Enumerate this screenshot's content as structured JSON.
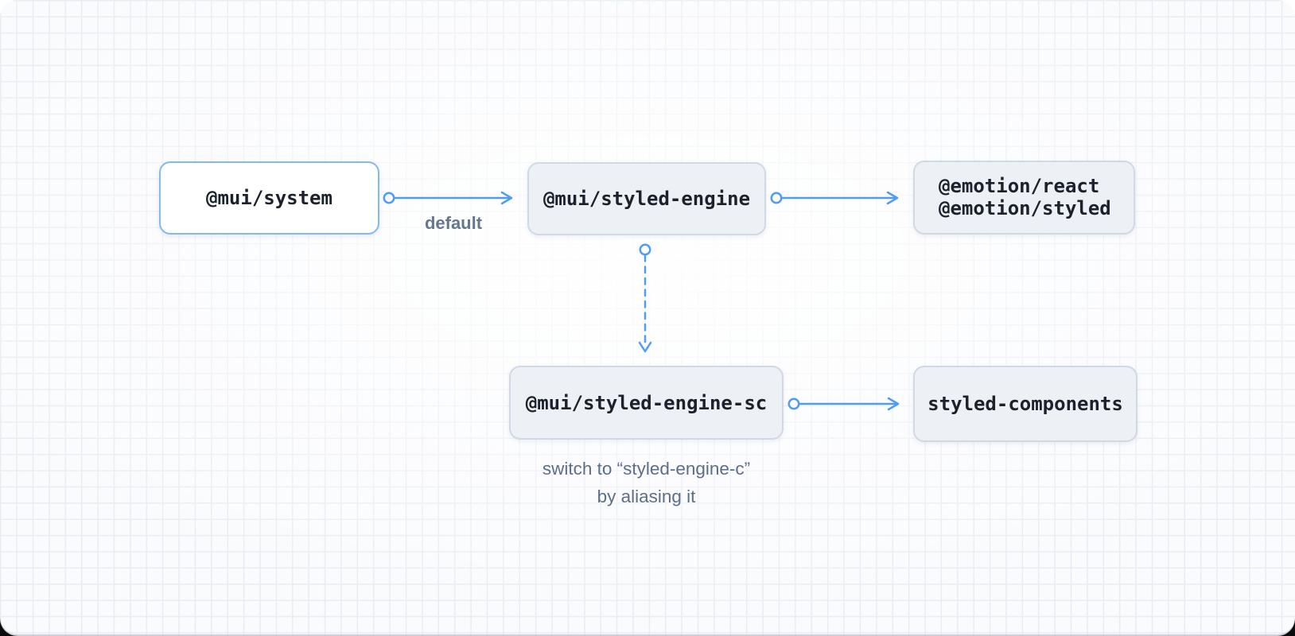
{
  "diagram": {
    "title_hint": "MUI styled-engine dependency diagram",
    "nodes": {
      "system": {
        "label": "@mui/system"
      },
      "styled_engine": {
        "label": "@mui/styled-engine"
      },
      "emotion": {
        "line1": "@emotion/react",
        "line2": "@emotion/styled"
      },
      "styled_engine_sc": {
        "label": "@mui/styled-engine-sc"
      },
      "styled_components": {
        "label": "styled-components"
      }
    },
    "labels": {
      "default_edge": "default",
      "alias_caption_line1": "switch to “styled-engine-c”",
      "alias_caption_line2": "by aliasing it"
    },
    "colors": {
      "arrow_blue": "#4f9cf2",
      "highlight_node_border": "#85b9ee",
      "node_fill": "#edf0f4",
      "node_border": "#d0d9e4",
      "node_text": "#1b222c",
      "muted_text": "#5d6e87",
      "grid_line": "#e9ecf5",
      "canvas_bg": "#fafbfd"
    }
  }
}
